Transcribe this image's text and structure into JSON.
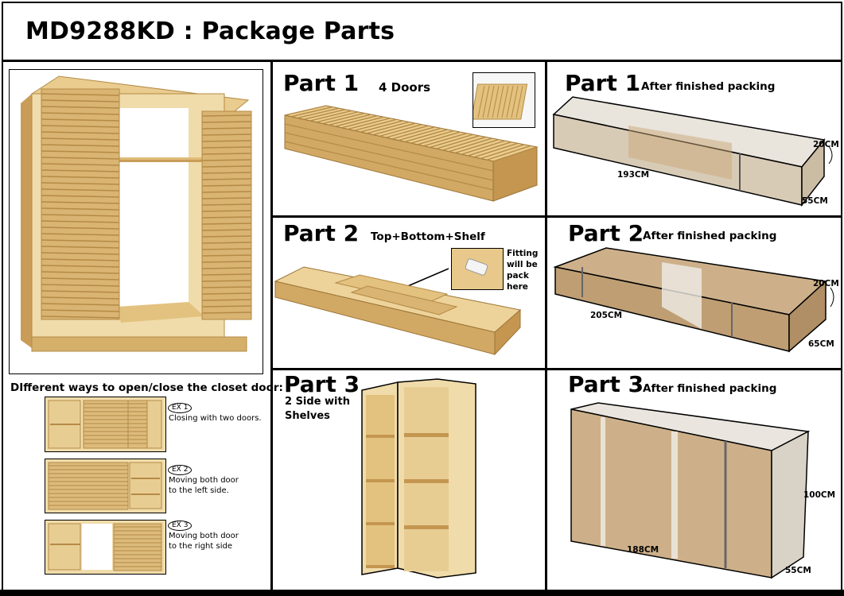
{
  "page": {
    "title": "MD9288KD : Package Parts"
  },
  "left": {
    "ways_heading": "DIfferent ways to open/close the closet door:",
    "examples": [
      {
        "badge": "EX 1",
        "text_line1": "Closing with two doors.",
        "text_line2": ""
      },
      {
        "badge": "EX 2",
        "text_line1": "Moving both door",
        "text_line2": "to the left side."
      },
      {
        "badge": "EX 3",
        "text_line1": "Moving both door",
        "text_line2": "to the right side"
      }
    ]
  },
  "parts": {
    "p1": {
      "title": "Part 1",
      "sub": "4 Doors"
    },
    "p2": {
      "title": "Part 2",
      "sub": "Top+Bottom+Shelf",
      "fitting": [
        "Fitting",
        "will be",
        "pack",
        "here"
      ]
    },
    "p3": {
      "title": "Part 3",
      "sub_line1": "2 Side with",
      "sub_line2": "Shelves"
    }
  },
  "packed": {
    "p1": {
      "title": "Part 1",
      "sub": "After finished packing",
      "dims": [
        "193CM",
        "20CM",
        "55CM"
      ]
    },
    "p2": {
      "title": "Part 2",
      "sub": "After finished packing",
      "dims": [
        "205CM",
        "20CM",
        "65CM"
      ]
    },
    "p3": {
      "title": "Part 3",
      "sub": "After finished packing",
      "dims": [
        "188CM",
        "100CM",
        "55CM"
      ]
    }
  },
  "colors": {
    "wood": "#e3c27f",
    "wood_dark": "#b58a45",
    "wood_light": "#f0dcaa",
    "carton": "#c9a878",
    "wrap": "#dcd6cd"
  }
}
